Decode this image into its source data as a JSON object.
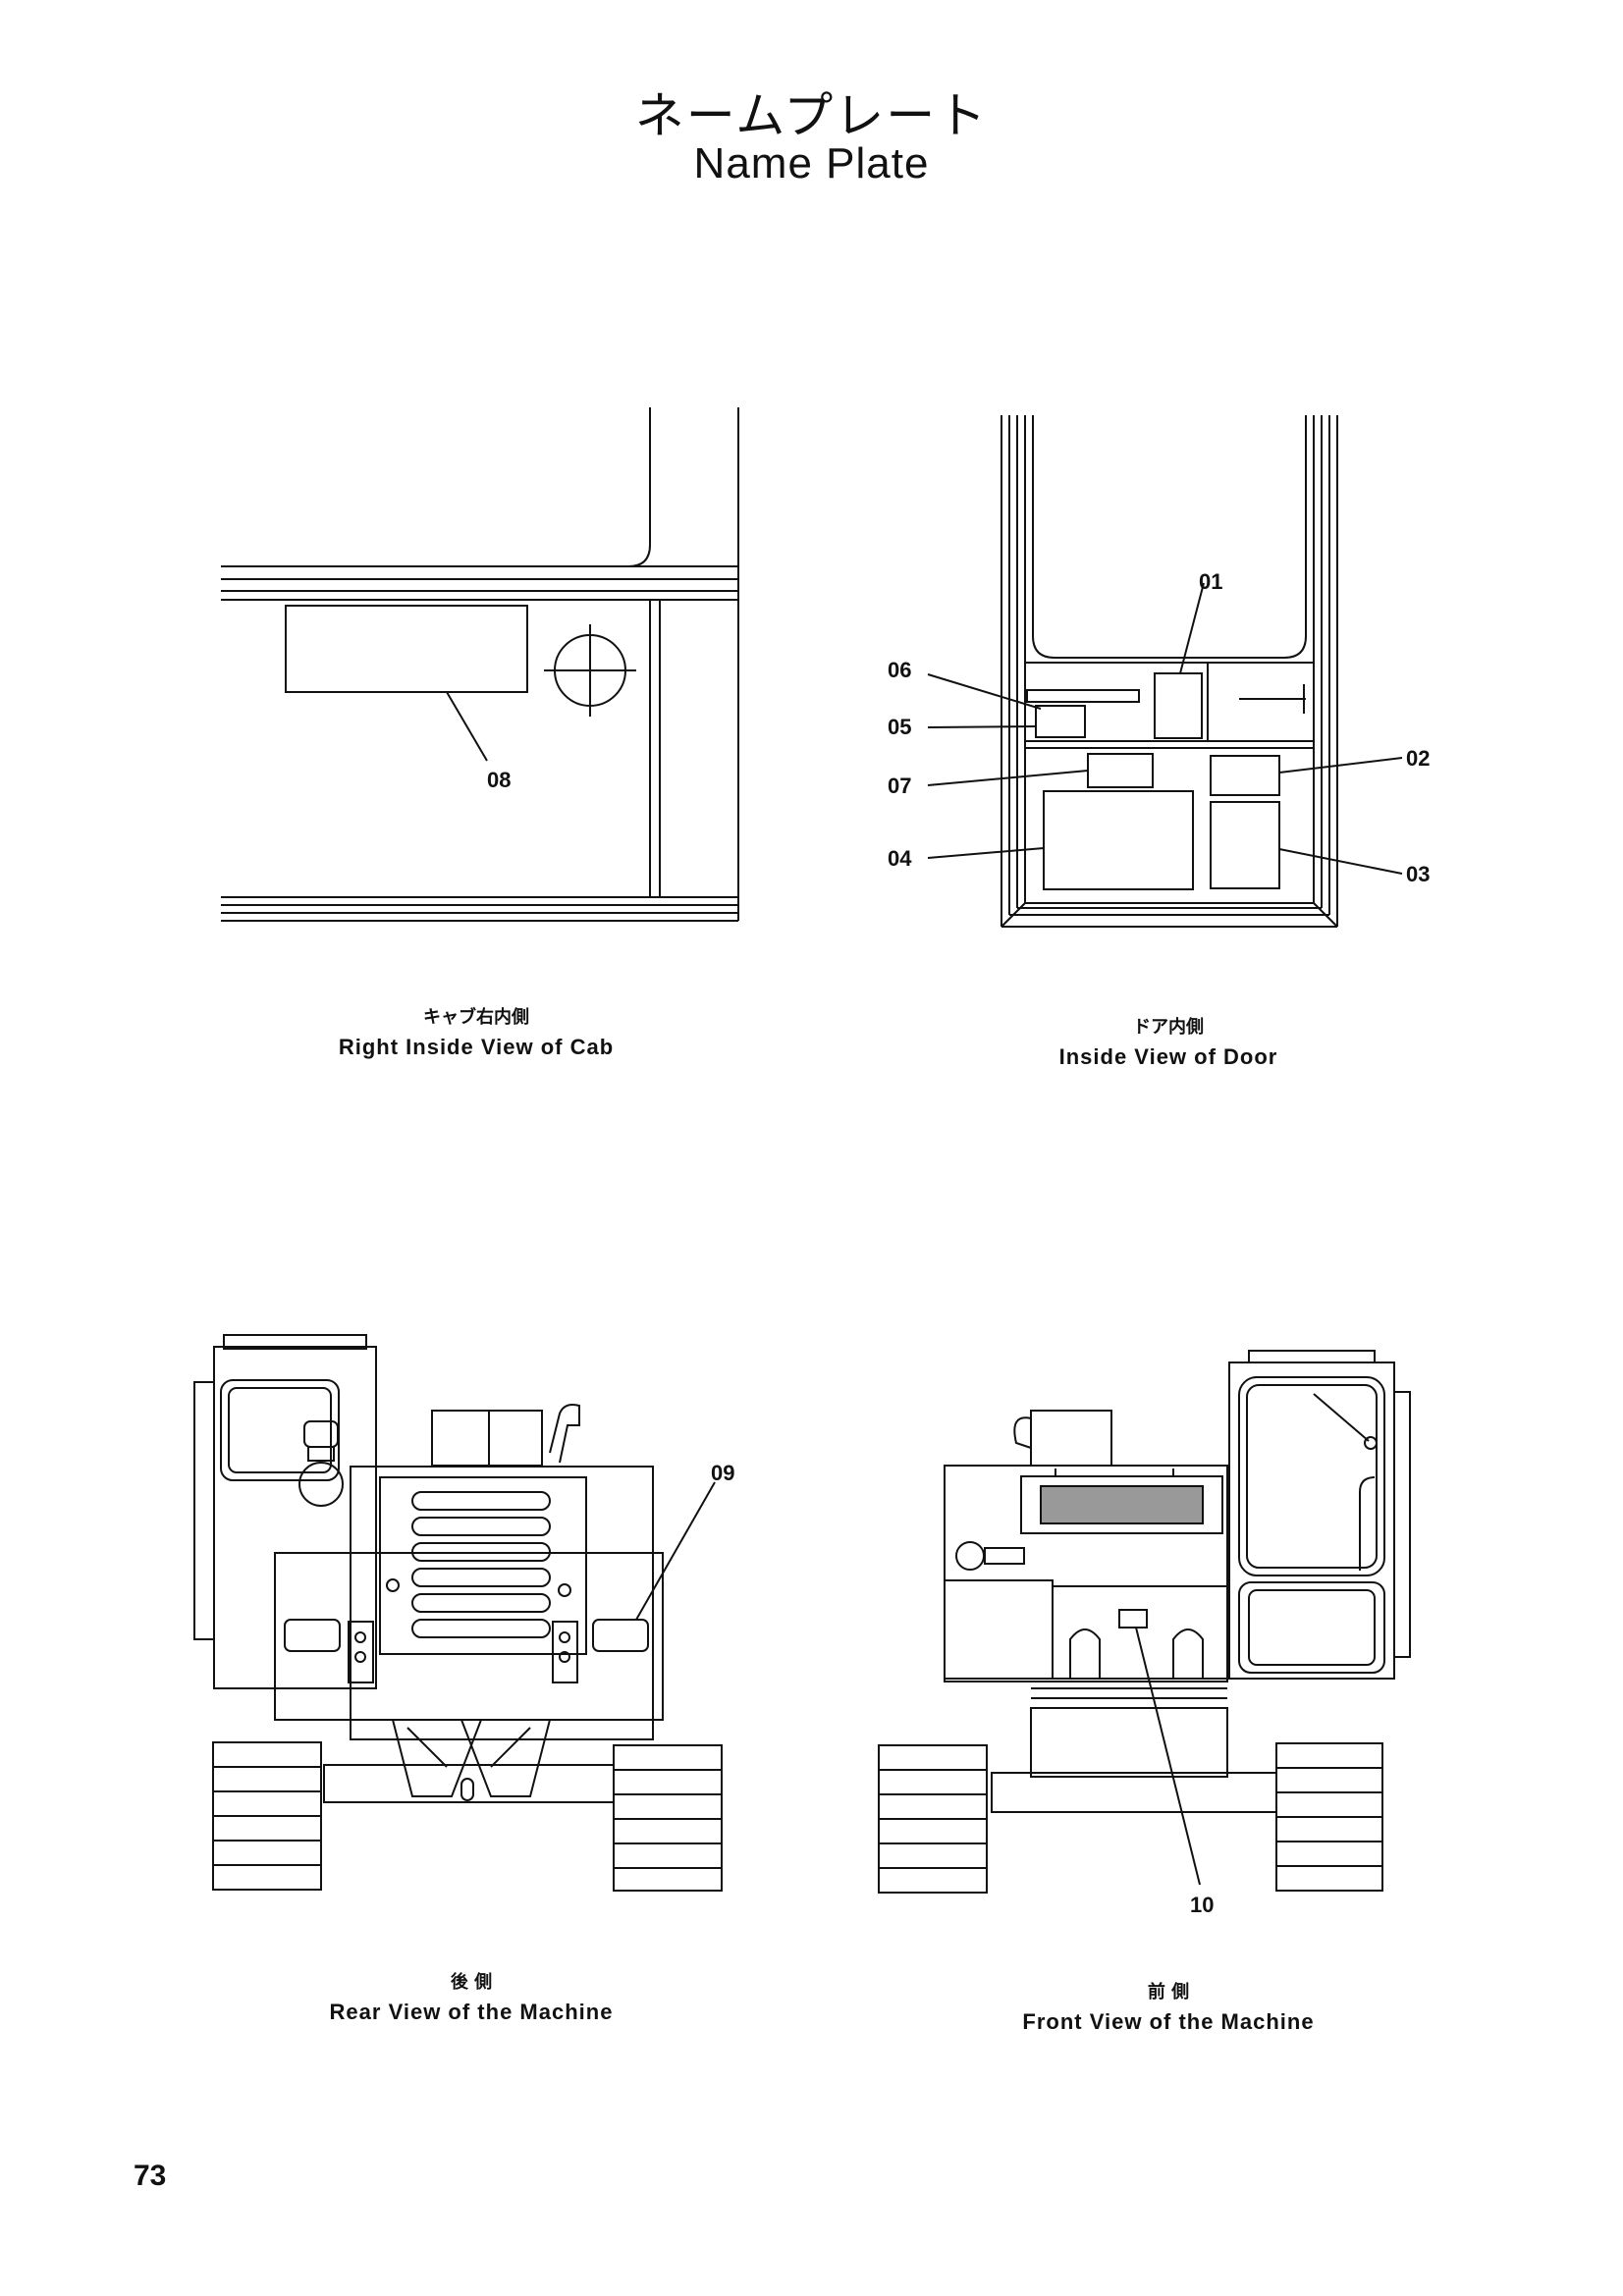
{
  "title_jp": "ネームプレート",
  "title_en": "Name Plate",
  "views": [
    {
      "caption_jp": "キャブ右内側",
      "caption_en": "Right Inside View of Cab"
    },
    {
      "caption_jp": "ドア内側",
      "caption_en": "Inside View of Door"
    },
    {
      "caption_jp": "後 側",
      "caption_en": "Rear View of the Machine"
    },
    {
      "caption_jp": "前 側",
      "caption_en": "Front View of the Machine"
    }
  ],
  "callouts": [
    "08",
    "01",
    "06",
    "05",
    "07",
    "04",
    "02",
    "03",
    "09",
    "10"
  ],
  "page_number": "73"
}
